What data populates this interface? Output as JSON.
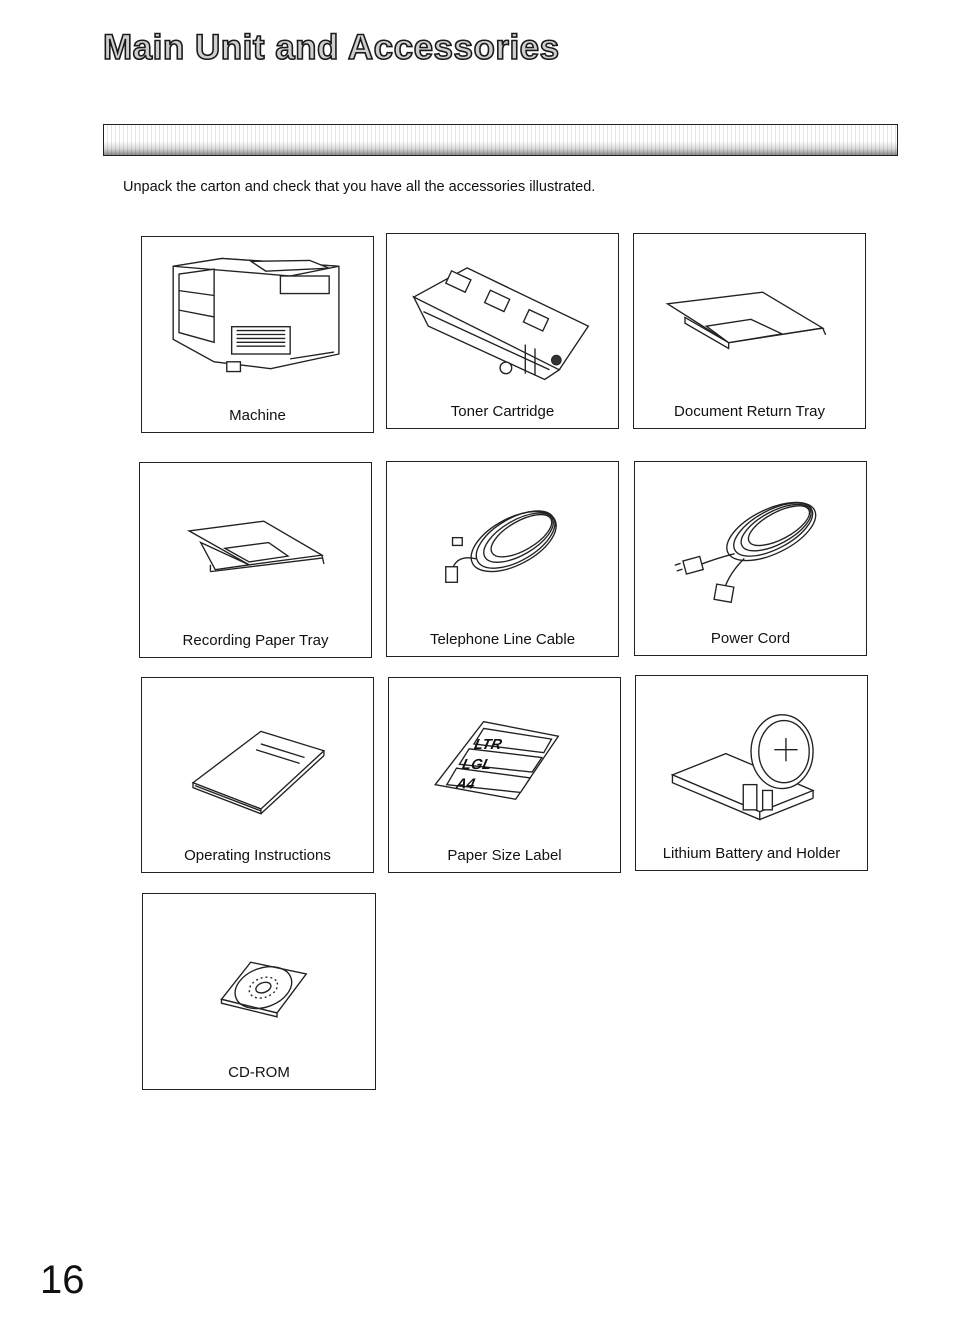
{
  "page": {
    "title": "Main Unit and Accessories",
    "intro": "Unpack the carton and check that you have all the accessories illustrated.",
    "page_number": "16"
  },
  "items": [
    {
      "label": "Machine",
      "icon": "fax-machine-icon"
    },
    {
      "label": "Toner Cartridge",
      "icon": "toner-cartridge-icon"
    },
    {
      "label": "Document Return Tray",
      "icon": "document-return-tray-icon"
    },
    {
      "label": "Recording Paper Tray",
      "icon": "recording-paper-tray-icon"
    },
    {
      "label": "Telephone Line Cable",
      "icon": "telephone-cable-icon"
    },
    {
      "label": "Power Cord",
      "icon": "power-cord-icon"
    },
    {
      "label": "Operating Instructions",
      "icon": "manual-booklet-icon"
    },
    {
      "label": "Paper Size Label",
      "icon": "paper-size-label-icon",
      "label_texts": [
        "LTR",
        "LGL",
        "A4"
      ]
    },
    {
      "label": "Lithium Battery and Holder",
      "icon": "battery-holder-icon"
    },
    {
      "label": "CD-ROM",
      "icon": "cd-rom-icon"
    }
  ]
}
